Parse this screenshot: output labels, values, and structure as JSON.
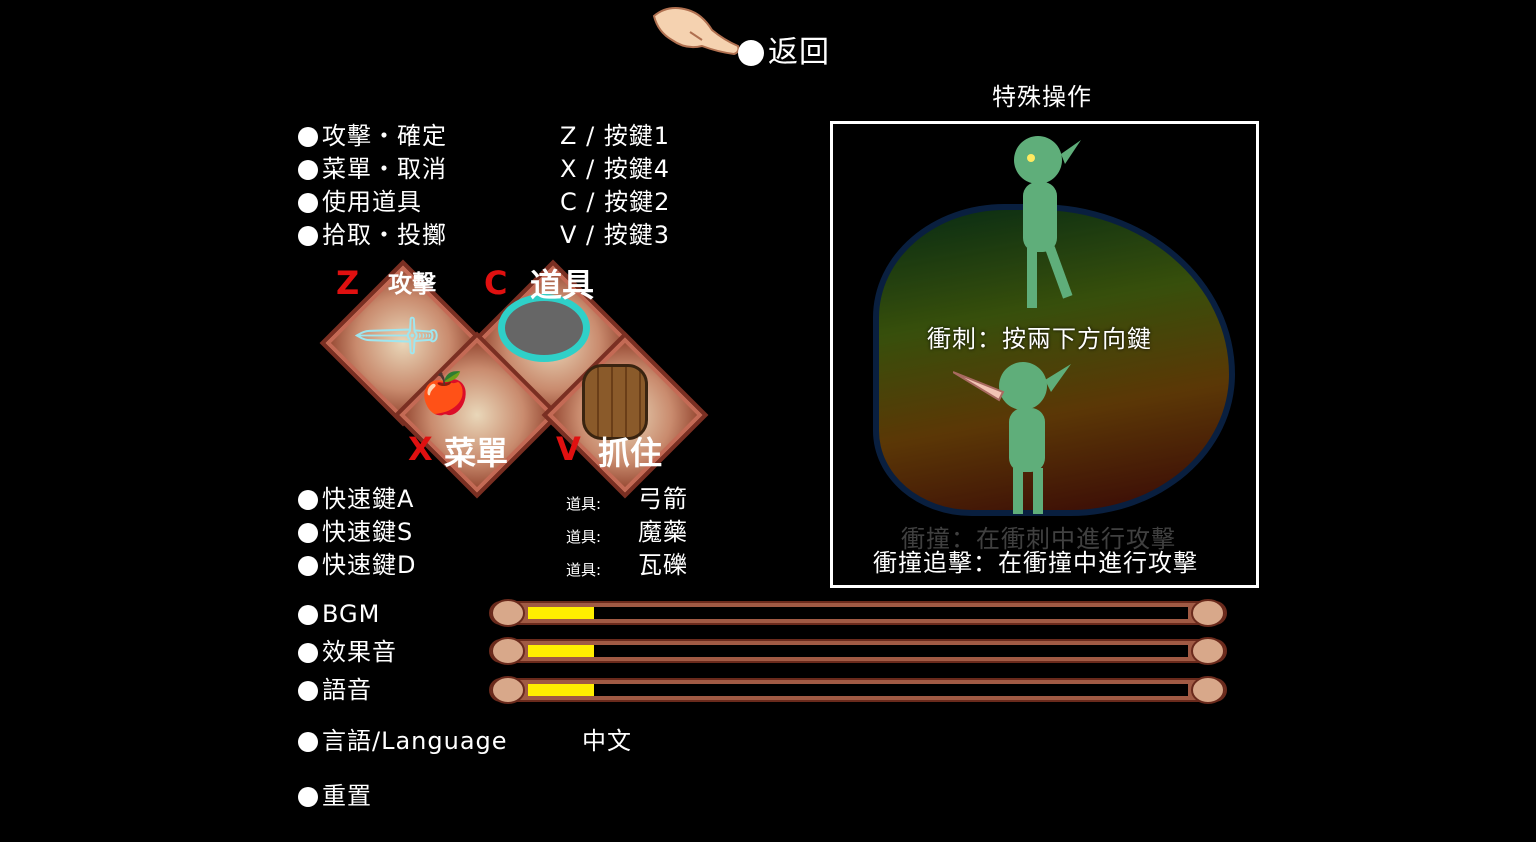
{
  "back": {
    "label": "返回"
  },
  "special": {
    "title": "特殊操作",
    "dash": "衝刺：按兩下方向鍵",
    "charge": "衝撞：在衝刺中進行攻擊",
    "charge_followup": "衝撞追擊：在衝撞中進行攻擊"
  },
  "controls": [
    {
      "label": "攻擊・確定",
      "key": "Z / 按鍵1"
    },
    {
      "label": "菜單・取消",
      "key": "X / 按鍵4"
    },
    {
      "label": "使用道具",
      "key": "C / 按鍵2"
    },
    {
      "label": "拾取・投擲",
      "key": "V / 按鍵3"
    }
  ],
  "diagram": {
    "z_key": "Z",
    "z_label": "攻擊",
    "c_key": "C",
    "c_label": "道具",
    "x_key": "X",
    "x_label": "菜單",
    "v_key": "V",
    "v_label": "抓住"
  },
  "shortcuts": [
    {
      "label": "快速鍵A",
      "type": "道具:",
      "item": "弓箭"
    },
    {
      "label": "快速鍵S",
      "type": "道具:",
      "item": "魔藥"
    },
    {
      "label": "快速鍵D",
      "type": "道具:",
      "item": "瓦礫"
    }
  ],
  "volume": [
    {
      "label": "BGM",
      "level": 0.1
    },
    {
      "label": "效果音",
      "level": 0.1
    },
    {
      "label": "語音",
      "level": 0.1
    }
  ],
  "language": {
    "label": "言語/Language",
    "value": "中文"
  },
  "reset": {
    "label": "重置"
  },
  "colors": {
    "accent_red": "#e01010",
    "bar_fill": "#ffee00",
    "frame_brown": "#8e3f2a"
  }
}
